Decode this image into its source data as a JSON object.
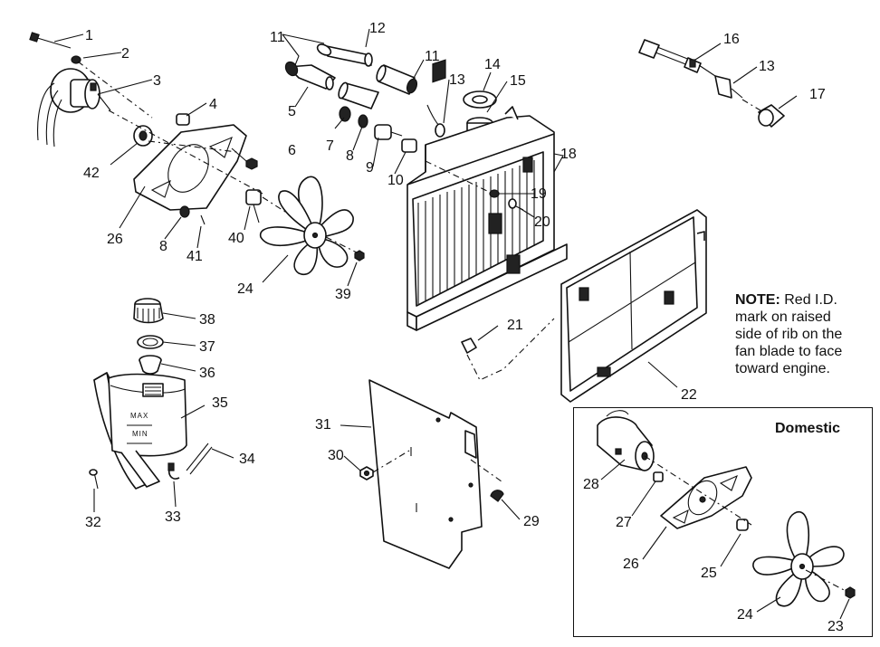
{
  "note": {
    "heading": "NOTE:",
    "lines": [
      "Red I.D.",
      "mark on raised",
      "side of rib on the",
      "fan blade to face",
      "toward engine."
    ]
  },
  "inset": {
    "title": "Domestic"
  },
  "tank_markings": {
    "max": "MAX",
    "min": "MIN"
  },
  "callouts": {
    "c1": "1",
    "c2": "2",
    "c3": "3",
    "c4": "4",
    "c5": "5",
    "c6": "6",
    "c7": "7",
    "c8a": "8",
    "c8b": "8",
    "c9": "9",
    "c10": "10",
    "c11a": "11",
    "c11b": "11",
    "c12": "12",
    "c13a": "13",
    "c13b": "13",
    "c14": "14",
    "c15": "15",
    "c16": "16",
    "c17": "17",
    "c18": "18",
    "c19": "19",
    "c20": "20",
    "c21": "21",
    "c22": "22",
    "c23": "23",
    "c24a": "24",
    "c24b": "24",
    "c25": "25",
    "c26a": "26",
    "c26b": "26",
    "c27": "27",
    "c28": "28",
    "c29": "29",
    "c30": "30",
    "c31": "31",
    "c32": "32",
    "c33": "33",
    "c34": "34",
    "c35": "35",
    "c36": "36",
    "c37": "37",
    "c38": "38",
    "c39": "39",
    "c40": "40",
    "c41": "41",
    "c42": "42"
  }
}
